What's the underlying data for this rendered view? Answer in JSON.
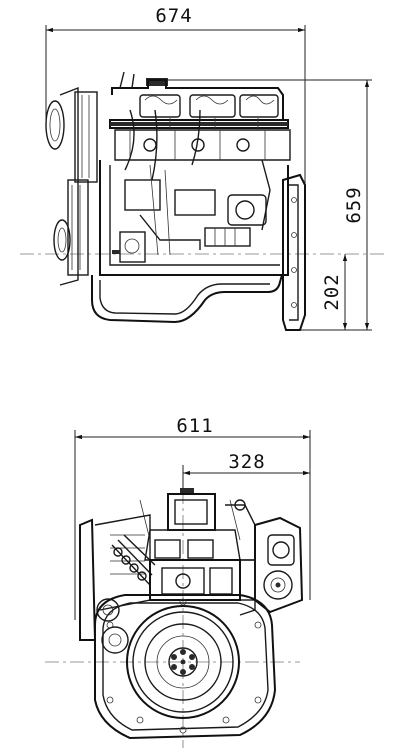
{
  "side_view": {
    "overall_length": "674",
    "overall_height": "659",
    "crank_center_height": "202"
  },
  "front_view": {
    "overall_width": "611",
    "crank_to_side": "328"
  }
}
